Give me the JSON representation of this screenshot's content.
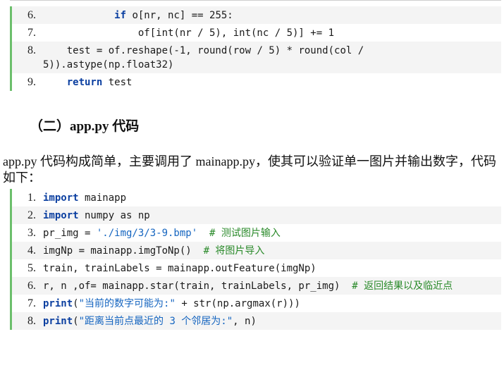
{
  "block1": {
    "lines": [
      {
        "num": "6.",
        "segs": [
          {
            "t": "            "
          },
          {
            "t": "if",
            "c": "kw"
          },
          {
            "t": " o[nr, nc] == 255:"
          }
        ]
      },
      {
        "num": "7.",
        "segs": [
          {
            "t": "                of[int(nr / 5), int(nc / 5)] += 1"
          }
        ]
      },
      {
        "num": "8.",
        "segs": [
          {
            "t": "    test = of.reshape(-1, round(row / 5) * round(col / 5)).astype(np.float32)"
          }
        ]
      },
      {
        "num": "9.",
        "segs": [
          {
            "t": "    "
          },
          {
            "t": "return",
            "c": "kw"
          },
          {
            "t": " test"
          }
        ]
      }
    ]
  },
  "section_title": "（二）app.py 代码",
  "paragraph": "app.py 代码构成简单，主要调用了 mainapp.py，使其可以验证单一图片并输出数字，代码如下：",
  "block2": {
    "lines": [
      {
        "num": "1.",
        "segs": [
          {
            "t": "import",
            "c": "kw"
          },
          {
            "t": " mainapp"
          }
        ]
      },
      {
        "num": "2.",
        "segs": [
          {
            "t": "import",
            "c": "kw"
          },
          {
            "t": " numpy as np"
          }
        ]
      },
      {
        "num": "3.",
        "segs": [
          {
            "t": "pr_img = "
          },
          {
            "t": "'./img/3/3-9.bmp'",
            "c": "str"
          },
          {
            "t": "  "
          },
          {
            "t": "# 测试图片输入",
            "c": "cmt"
          }
        ]
      },
      {
        "num": "4.",
        "segs": [
          {
            "t": "imgNp = mainapp.imgToNp()  "
          },
          {
            "t": "# 将图片导入",
            "c": "cmt"
          }
        ]
      },
      {
        "num": "5.",
        "segs": [
          {
            "t": "train, trainLabels = mainapp.outFeature(imgNp)"
          }
        ]
      },
      {
        "num": "6.",
        "segs": [
          {
            "t": "r, n ,of= mainapp.star(train, trainLabels, pr_img)  "
          },
          {
            "t": "# 返回结果以及临近点",
            "c": "cmt"
          }
        ]
      },
      {
        "num": "7.",
        "segs": [
          {
            "t": "print",
            "c": "kw"
          },
          {
            "t": "("
          },
          {
            "t": "\"当前的数字可能为:\"",
            "c": "str"
          },
          {
            "t": " + str(np.argmax(r)))"
          }
        ]
      },
      {
        "num": "8.",
        "segs": [
          {
            "t": "print",
            "c": "kw"
          },
          {
            "t": "("
          },
          {
            "t": "\"距离当前点最近的 3 个邻居为:\"",
            "c": "str"
          },
          {
            "t": ", n)"
          }
        ]
      }
    ]
  }
}
